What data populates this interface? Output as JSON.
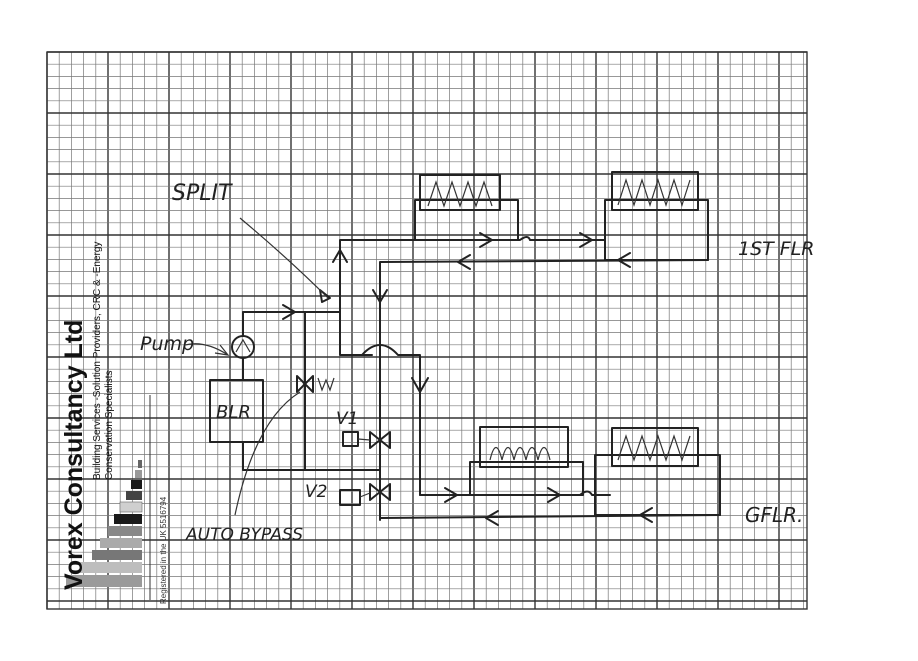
{
  "company": {
    "name": "Vorex Consultancy Ltd",
    "tagline": "Building Services -Solution Providers, CRC & -Energy",
    "tagline2": "Conservation Specialists",
    "registration": "Registered in the UK 5516794"
  },
  "labels": {
    "split": "SPLIT",
    "pump": "Pump",
    "boiler": "BLR",
    "auto_bypass": "AUTO BYPASS",
    "valve1": "V1",
    "valve2": "V2",
    "first_floor": "1ST FLR",
    "ground_floor": "GFLR."
  },
  "colors": {
    "ink": "#222222",
    "grid": "#777777",
    "logo_dark": "#1a1a1a",
    "logo_mid": "#7a7a7a",
    "logo_light": "#bdbdbd"
  }
}
